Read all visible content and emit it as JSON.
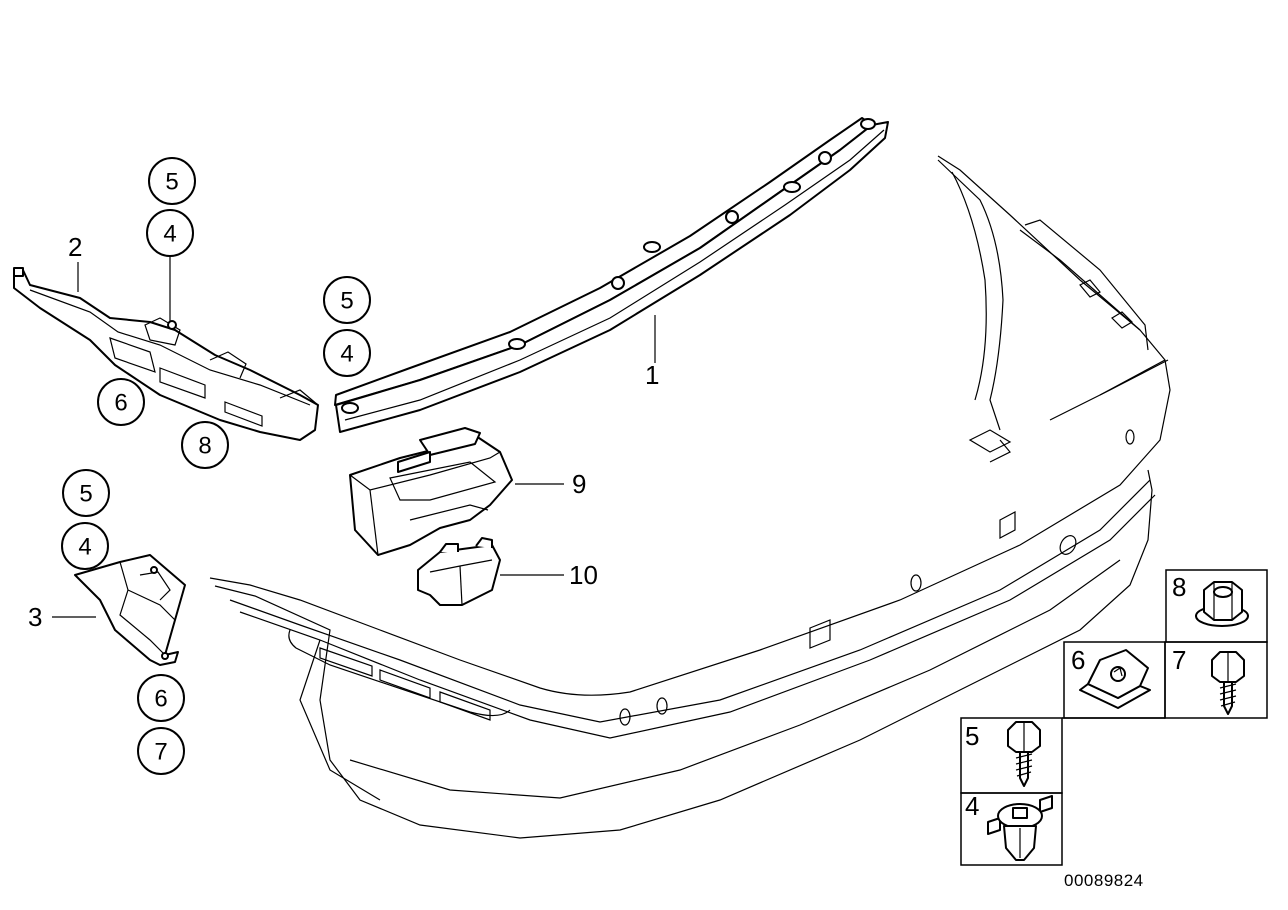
{
  "callouts": {
    "part1": "1",
    "part2": "2",
    "part3": "3",
    "part9": "9",
    "part10": "10"
  },
  "circles": {
    "a5": "5",
    "a4": "4",
    "a6": "6",
    "a8": "8",
    "b5": "5",
    "b4": "4",
    "c5": "5",
    "c4": "4",
    "c6": "6",
    "c7": "7"
  },
  "legend": {
    "cell8": "8",
    "cell6": "6",
    "cell7": "7",
    "cell5": "5",
    "cell4": "4"
  },
  "reference_number": "00089824"
}
